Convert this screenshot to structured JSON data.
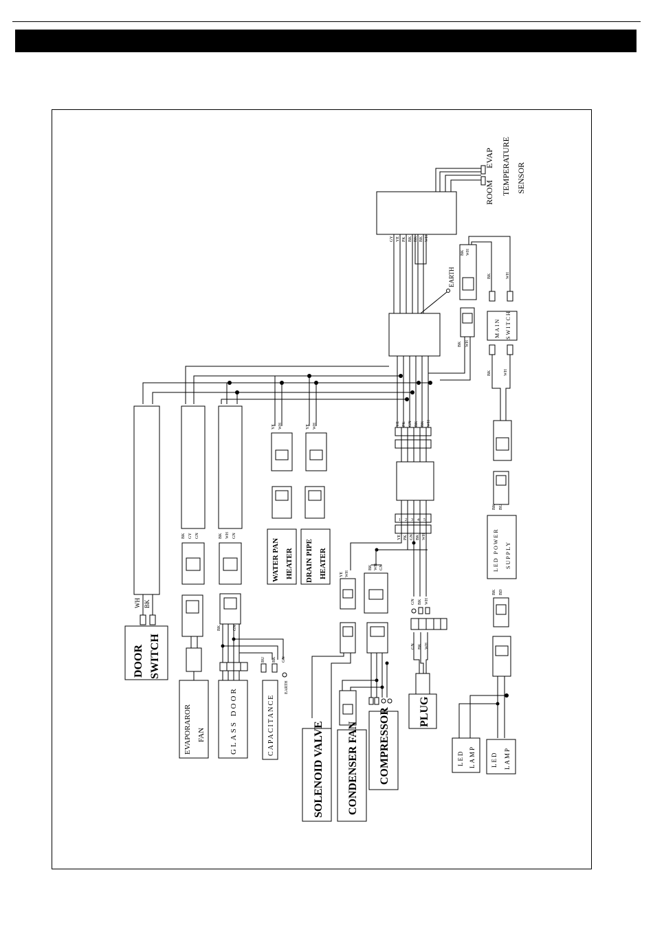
{
  "header": {
    "title": ""
  },
  "components": {
    "evap_sensor": "EVAP",
    "room_sensor": "ROOM",
    "sensor_label_1": "TEMPERATURE",
    "sensor_label_2": "SENSOR",
    "earth": "EARTH",
    "earth_small": "EARTH",
    "main_switch_1": "MAIN",
    "main_switch_2": "SWITCH",
    "led_power_1": "LED POWER",
    "led_power_2": "SUPPLY",
    "led_lamp_a_1": "LED",
    "led_lamp_a_2": "LAMP",
    "led_lamp_b_1": "LED",
    "led_lamp_b_2": "LAMP",
    "plug": "PLUG",
    "compressor": "COMPRESSOR",
    "condenser_fan": "CONDENSER FAN",
    "solenoid_valve": "SOLENOID VALVE",
    "capacitance": "CAPACITANCE",
    "glass_door": "GLASS DOOR",
    "evaporator_fan_1": "EVAPORAROR",
    "evaporator_fan_2": "FAN",
    "door_switch_1": "DOOR",
    "door_switch_2": "SWITCH",
    "water_pan_1": "WATER PAN",
    "water_pan_2": "HEATER",
    "drain_pipe_1": "DRAIN PIPE",
    "drain_pipe_2": "HEATER"
  },
  "wire_codes": {
    "gy": "GY",
    "ye": "YE",
    "pk": "PK",
    "bk": "BK",
    "wh": "WH",
    "gn": "GN",
    "bu": "BU",
    "bn": "BN",
    "bd": "BD"
  },
  "terminal_numbers": [
    "1",
    "2",
    "3",
    "4",
    "5"
  ]
}
